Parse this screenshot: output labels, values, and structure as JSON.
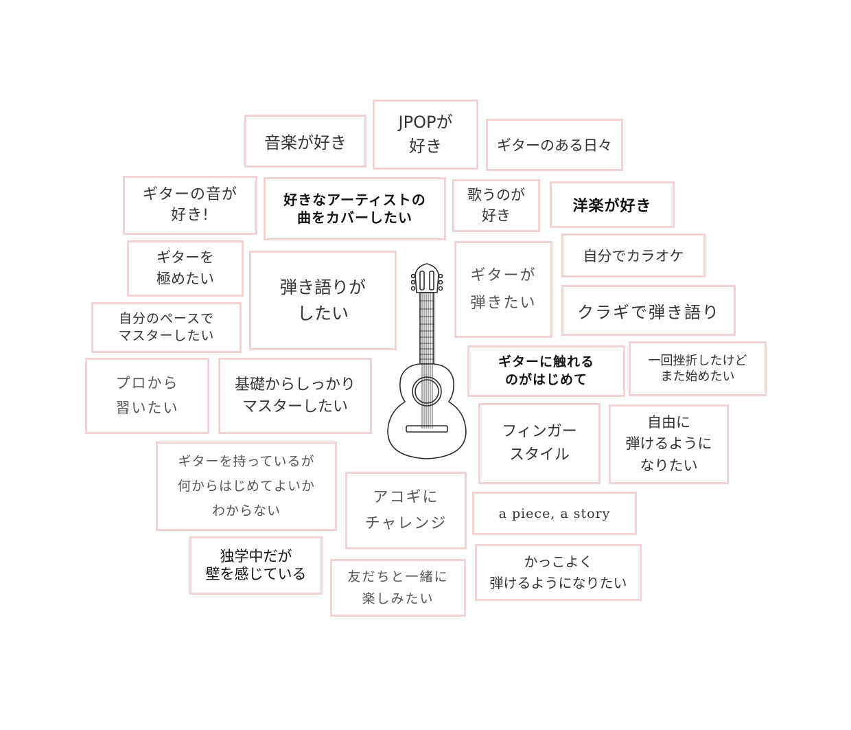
{
  "colors": {
    "card_border": "#f0d3d1",
    "text": "#333333",
    "guitar_line": "#2a2a2a"
  },
  "illustration": {
    "icon": "acoustic-guitar-icon"
  },
  "cards": {
    "c01": "音楽が好き",
    "c02": "JPOPが\n好き",
    "c03": "ギターのある日々",
    "c04": "ギターの音が\n好き!",
    "c05": "好きなアーティストの\n曲をカバーしたい",
    "c06": "歌うのが\n好き",
    "c07": "洋楽が好き",
    "c08": "ギターを\n極めたい",
    "c09": "弾き語りが\nしたい",
    "c10": "ギターが\n弾きたい",
    "c11": "自分でカラオケ",
    "c12": "自分のペースで\nマスターしたい",
    "c13": "クラギで弾き語り",
    "c14": "プロから\n習いたい",
    "c15": "基礎からしっかり\nマスターしたい",
    "c16": "ギターに触れる\nのがはじめて",
    "c17": "一回挫折したけど\nまた始めたい",
    "c18": "フィンガー\nスタイル",
    "c19": "自由に\n弾けるように\nなりたい",
    "c20": "ギターを持っているが\n何からはじめてよいか\nわからない",
    "c21": "アコギに\nチャレンジ",
    "c22": "a piece, a story",
    "c23": "独学中だが\n壁を感じている",
    "c24": "友だちと一緒に\n楽しみたい",
    "c25": "かっこよく\n弾けるようになりたい"
  }
}
